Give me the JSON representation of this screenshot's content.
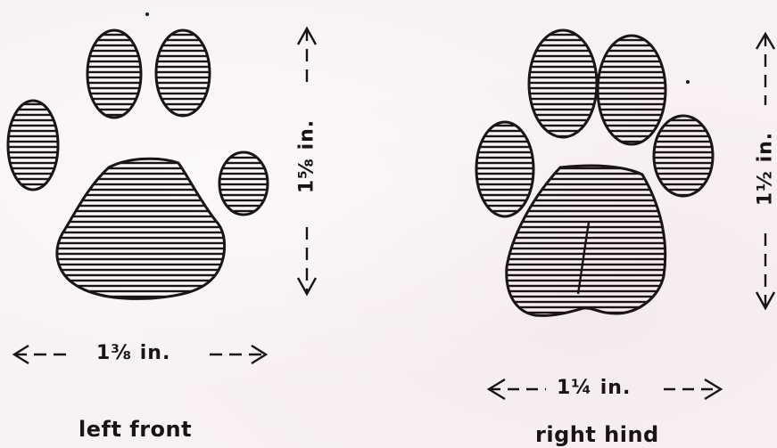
{
  "left_print": {
    "caption": "left front",
    "width_label": "1⅜ in.",
    "length_label": "1⅝ in."
  },
  "right_print": {
    "caption": "right hind",
    "width_label": "1¼ in.",
    "length_label": "1½ in."
  },
  "colors": {
    "ink": "#1a1416",
    "paper": "#f8f1f3"
  }
}
